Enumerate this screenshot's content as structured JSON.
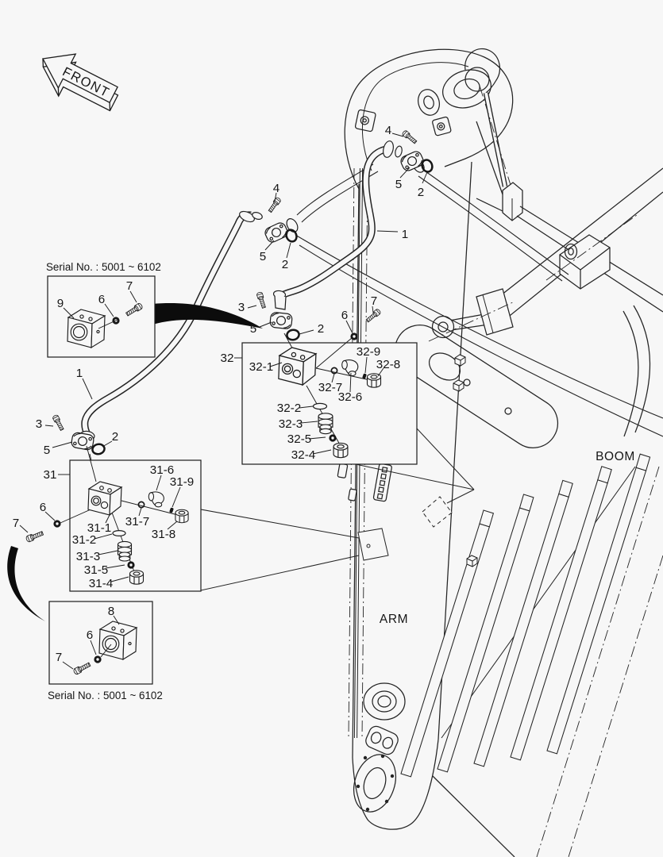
{
  "front_arrow": {
    "label": "FRONT"
  },
  "region_labels": {
    "boom": "BOOM",
    "arm": "ARM"
  },
  "serial_boxes": {
    "top": {
      "title": "Serial No. : 5001 ~ 6102",
      "block": "9",
      "washer": "6",
      "bolt": "7"
    },
    "bottom": {
      "title": "Serial No. : 5001 ~ 6102",
      "block": "8",
      "washer": "6",
      "bolt": "7"
    }
  },
  "callouts": {
    "hose_left": "1",
    "hose_right": "1",
    "oring_head": "2",
    "oring_boom_pipe": "2",
    "oring_arm_left": "2",
    "oring_above_32": "2",
    "bolt_arm_left": "3",
    "bolt_above_32": "3",
    "bolt_head": "4",
    "bolt_boom_pipe": "4",
    "clamp_head": "5",
    "clamp_boom_pipe": "5",
    "clamp_arm_left": "5",
    "clamp_above_32": "5",
    "washer_31": "6",
    "washer_32": "6",
    "bolt_31": "7",
    "bolt_32": "7"
  },
  "group_31": {
    "label": "31",
    "items": {
      "i1": "31-1",
      "i2": "31-2",
      "i3": "31-3",
      "i4": "31-4",
      "i5": "31-5",
      "i6": "31-6",
      "i7": "31-7",
      "i8": "31-8",
      "i9": "31-9"
    }
  },
  "group_32": {
    "label": "32",
    "items": {
      "i1": "32-1",
      "i2": "32-2",
      "i3": "32-3",
      "i4": "32-4",
      "i5": "32-5",
      "i6": "32-6",
      "i7": "32-7",
      "i8": "32-8",
      "i9": "32-9"
    }
  }
}
